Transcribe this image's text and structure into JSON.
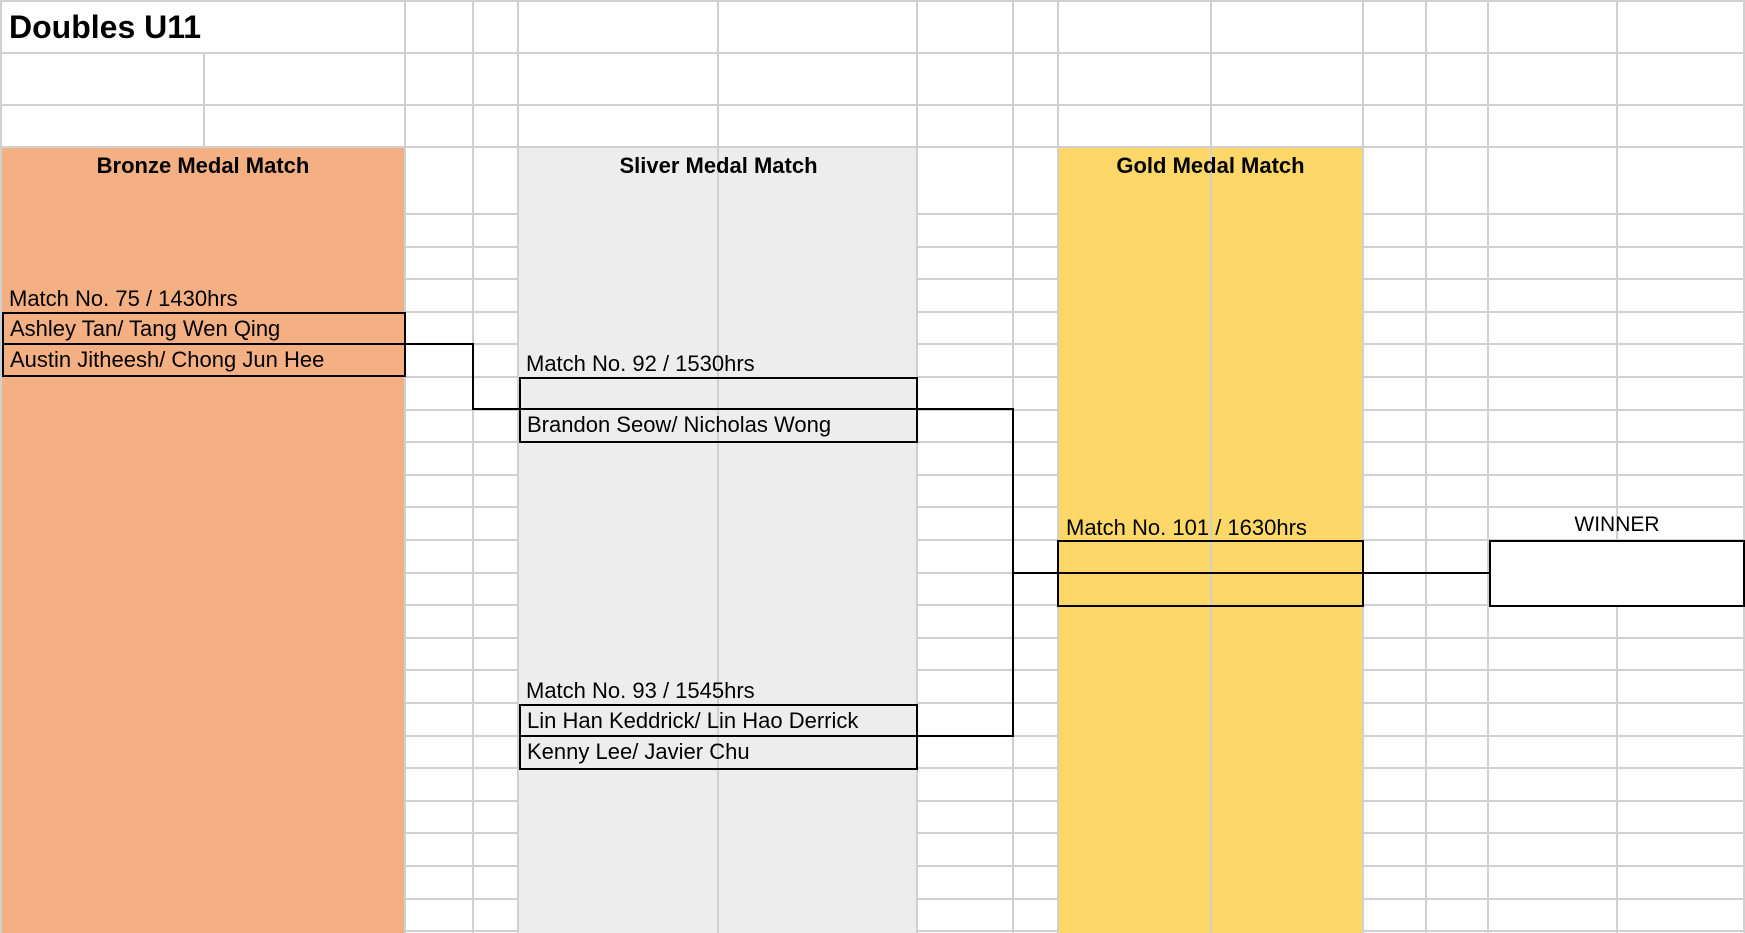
{
  "sheet": {
    "title": "Doubles U11"
  },
  "bands": {
    "bronze": {
      "label": "Bronze Medal Match",
      "color": "#f4b083"
    },
    "silver": {
      "label": "Sliver Medal Match",
      "color": "#ededed"
    },
    "gold": {
      "label": "Gold Medal Match",
      "color": "#fdd868"
    }
  },
  "matches": {
    "m75": {
      "label": "Match No. 75 / 1430hrs",
      "team1": "Ashley Tan/ Tang Wen Qing",
      "team2": "Austin Jitheesh/ Chong Jun Hee"
    },
    "m92": {
      "label": "Match No. 92 / 1530hrs",
      "team1": "",
      "team2": "Brandon Seow/ Nicholas Wong"
    },
    "m93": {
      "label": "Match No. 93 / 1545hrs",
      "team1": "Lin Han Keddrick/ Lin Hao Derrick",
      "team2": "Kenny Lee/ Javier Chu"
    },
    "m101": {
      "label": "Match No. 101 / 1630hrs",
      "team1": "",
      "team2": ""
    }
  },
  "winner": {
    "label": "WINNER",
    "value": ""
  },
  "colors": {
    "gridline": "#d0d0d0",
    "bracket_line": "#000000"
  }
}
